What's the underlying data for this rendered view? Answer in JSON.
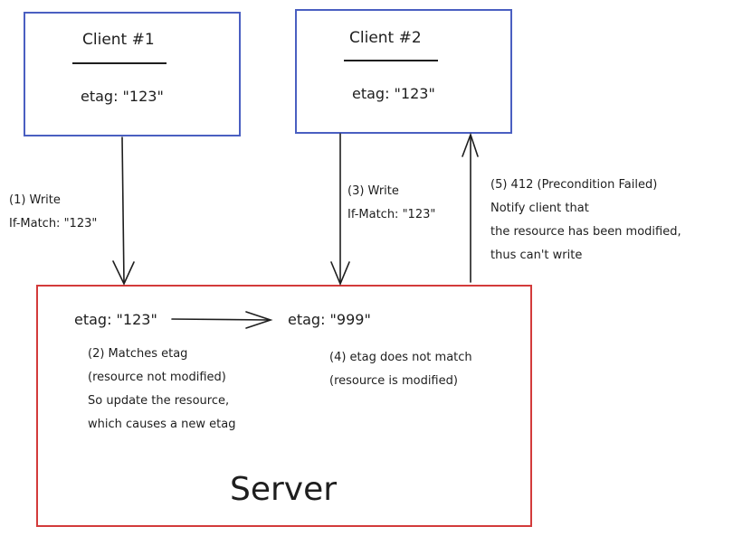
{
  "client1": {
    "title": "Client #1",
    "etag": "etag: \"123\""
  },
  "client2": {
    "title": "Client #2",
    "etag": "etag: \"123\""
  },
  "step1": {
    "line1": "(1) Write",
    "line2": "If-Match: \"123\""
  },
  "step3": {
    "line1": "(3) Write",
    "line2": "If-Match: \"123\""
  },
  "step5": {
    "line1": "(5) 412 (Precondition Failed)",
    "line2": "Notify client that",
    "line3": "the resource has been modified,",
    "line4": "thus can't write"
  },
  "server": {
    "label": "Server",
    "etag_old": "etag: \"123\"",
    "etag_new": "etag: \"999\""
  },
  "step2": {
    "line1": "(2) Matches etag",
    "line2": "(resource not modified)",
    "line3": "So update the resource,",
    "line4": "which causes a new etag"
  },
  "step4": {
    "line1": "(4) etag does not match",
    "line2": "(resource is modified)"
  },
  "colors": {
    "client_border": "#4a5fc1",
    "server_border": "#d33b3b",
    "stroke": "#1e1e1e"
  }
}
